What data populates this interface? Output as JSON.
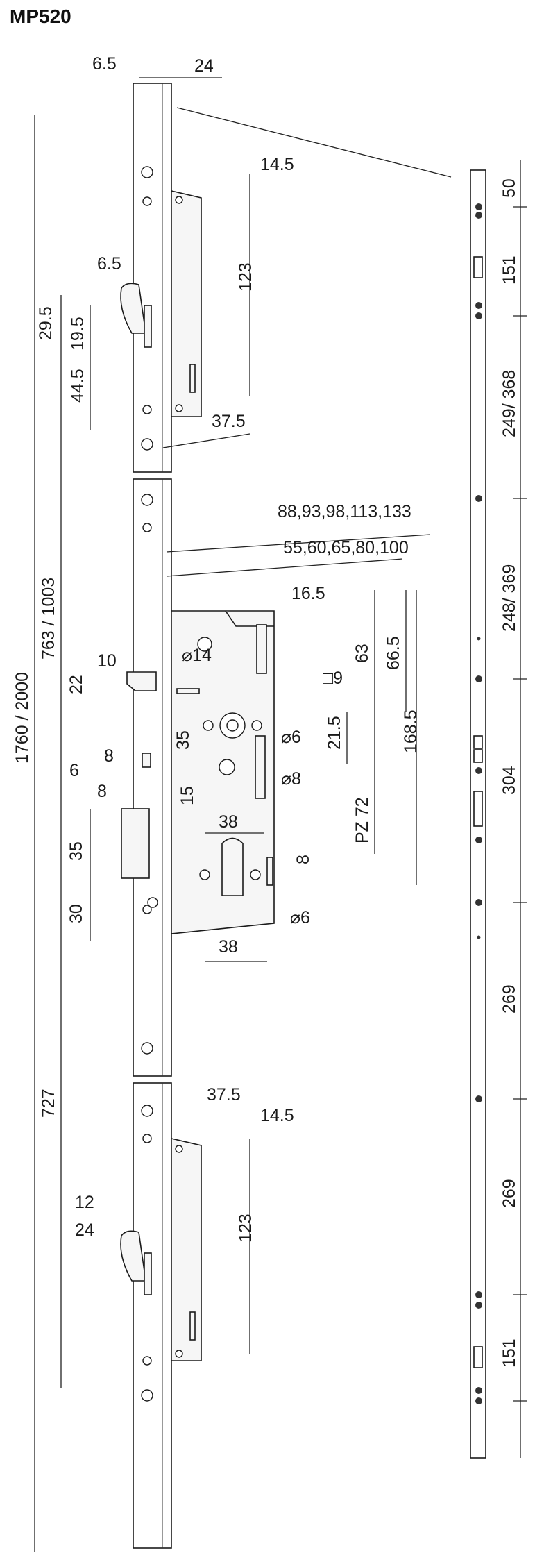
{
  "title": "MP520",
  "dimensions": {
    "strip_thickness": "6.5",
    "strip_width": "24",
    "top_14_5": "14.5",
    "top_123": "123",
    "top_6_5": "6.5",
    "top_29_5": "29.5",
    "top_19_5": "19.5",
    "top_44_5": "44.5",
    "top_37_5": "37.5",
    "backset_top": "88,93,98,113,133",
    "backset_bottom": "55,60,65,80,100",
    "d16_5": "16.5",
    "d10": "10",
    "d22": "22",
    "dia14": "⌀14",
    "sq9": "□9",
    "d63": "63",
    "d66_5": "66.5",
    "d168_5": "168.5",
    "dia6_a": "⌀6",
    "d21_5": "21.5",
    "dia8": "⌀8",
    "d35_a": "35",
    "d15": "15",
    "d8_a": "8",
    "d6": "6",
    "d8_b": "8",
    "d38_a": "38",
    "pz72": "PZ 72",
    "d35_b": "35",
    "d30": "30",
    "d8_c": "8",
    "dia6_b": "⌀6",
    "d38_b": "38",
    "total": "1760 / 2000",
    "d763": "763 / 1003",
    "d727": "727",
    "bot_37_5": "37.5",
    "bot_14_5": "14.5",
    "bot_12": "12",
    "bot_24": "24",
    "bot_123": "123",
    "side_50": "50",
    "side_151_top": "151",
    "side_249": "249/ 368",
    "side_248": "248/ 369",
    "side_304": "304",
    "side_269_a": "269",
    "side_269_b": "269",
    "side_151_bot": "151"
  }
}
